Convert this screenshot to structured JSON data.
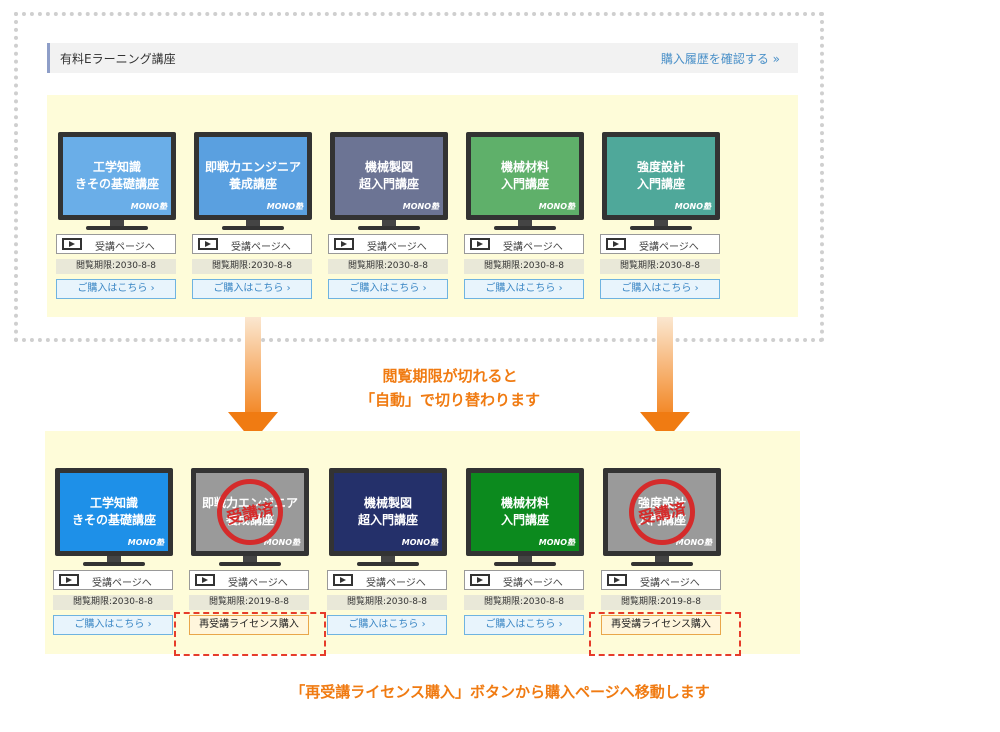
{
  "header": {
    "title": "有料Eラーニング講座",
    "history_link": "購入履歴を確認する »"
  },
  "top_courses": [
    {
      "title": "工学知識\nきその基礎講座",
      "screen_color": "#6aaee8",
      "expiry": "閲覧期限:2030-8-8",
      "view_label": "受講ページへ",
      "action_label": "ご購入はこちら ›"
    },
    {
      "title": "即戦力エンジニア\n養成講座",
      "screen_color": "#5aa0e0",
      "expiry": "閲覧期限:2030-8-8",
      "view_label": "受講ページへ",
      "action_label": "ご購入はこちら ›"
    },
    {
      "title": "機械製図\n超入門講座",
      "screen_color": "#6c7494",
      "expiry": "閲覧期限:2030-8-8",
      "view_label": "受講ページへ",
      "action_label": "ご購入はこちら ›"
    },
    {
      "title": "機械材料\n入門講座",
      "screen_color": "#5fb06a",
      "expiry": "閲覧期限:2030-8-8",
      "view_label": "受講ページへ",
      "action_label": "ご購入はこちら ›"
    },
    {
      "title": "強度設計\n入門講座",
      "screen_color": "#4fa89a",
      "expiry": "閲覧期限:2030-8-8",
      "view_label": "受講ページへ",
      "action_label": "ご購入はこちら ›"
    }
  ],
  "bottom_courses": [
    {
      "title": "工学知識\nきその基礎講座",
      "screen_color": "#1e90e8",
      "expiry": "閲覧期限:2030-8-8",
      "view_label": "受講ページへ",
      "action_label": "ご購入はこちら ›",
      "expired": false
    },
    {
      "title": "即戦力エンジニア\n養成講座",
      "screen_color": "#9a9a9a",
      "expiry": "閲覧期限:2019-8-8",
      "view_label": "受講ページへ",
      "action_label": "再受講ライセンス購入",
      "expired": true,
      "stamp": "受講済"
    },
    {
      "title": "機械製図\n超入門講座",
      "screen_color": "#24306a",
      "expiry": "閲覧期限:2030-8-8",
      "view_label": "受講ページへ",
      "action_label": "ご購入はこちら ›",
      "expired": false
    },
    {
      "title": "機械材料\n入門講座",
      "screen_color": "#0c8a1e",
      "expiry": "閲覧期限:2030-8-8",
      "view_label": "受講ページへ",
      "action_label": "ご購入はこちら ›",
      "expired": false
    },
    {
      "title": "強度設計\n入門講座",
      "screen_color": "#9a9a9a",
      "expiry": "閲覧期限:2019-8-8",
      "view_label": "受講ページへ",
      "action_label": "再受講ライセンス購入",
      "expired": true,
      "stamp": "受講済"
    }
  ],
  "logo_text": "MONO塾",
  "notes": {
    "switch_line1": "閲覧期限が切れると",
    "switch_line2": "「自動」で切り替わります",
    "bottom": "「再受講ライセンス購入」ボタンから購入ページへ移動します"
  },
  "colors": {
    "accent": "#f07b12",
    "panel_bg": "#fefcd9",
    "stamp": "#d52b2b",
    "dash": "#e63c2b"
  }
}
